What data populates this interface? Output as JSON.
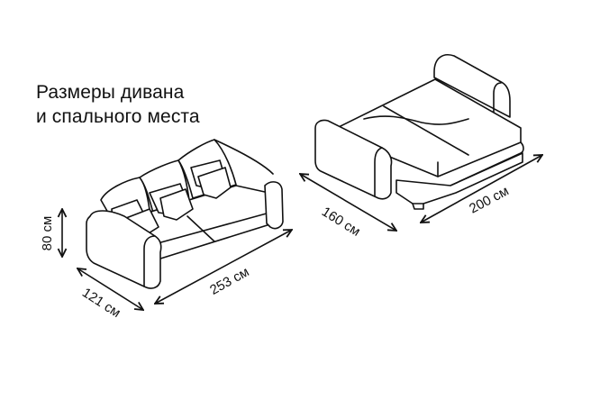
{
  "title": {
    "line1": "Размеры дивана",
    "line2": "и спального места"
  },
  "sofa": {
    "height_label": "80 см",
    "depth_label": "121 см",
    "width_label": "253 см"
  },
  "bed": {
    "width_label": "160 см",
    "length_label": "200 см"
  },
  "colors": {
    "line": "#111111",
    "background": "#ffffff"
  }
}
